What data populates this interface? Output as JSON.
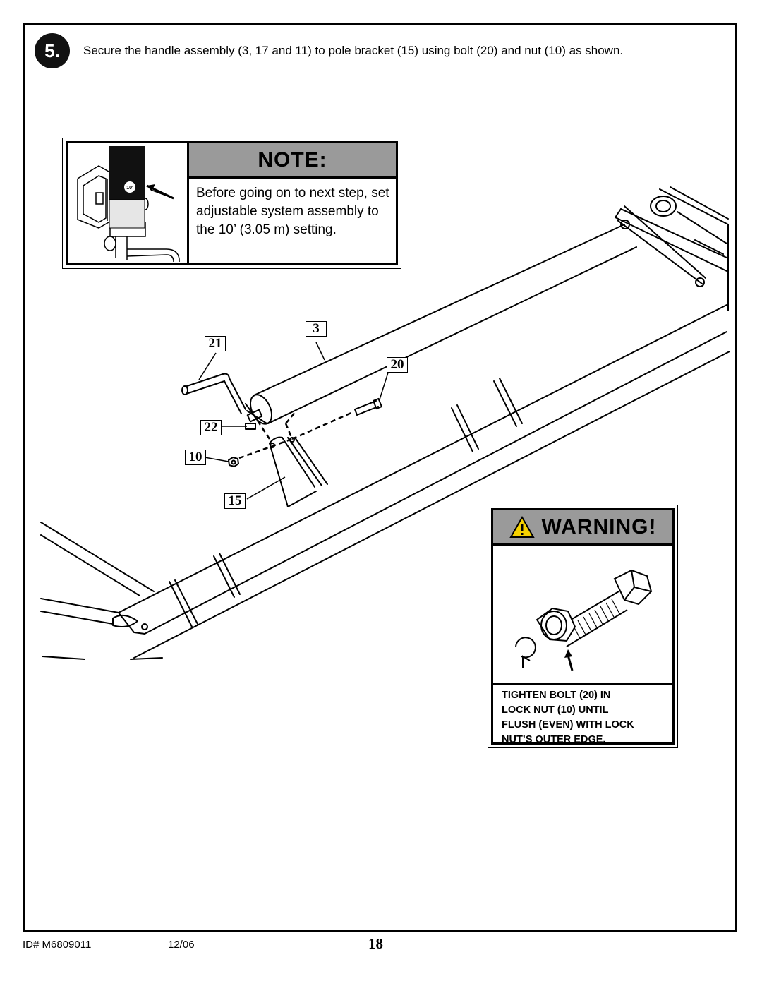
{
  "step": {
    "number": "5.",
    "instruction": "Secure the handle assembly (3, 17 and 11) to pole bracket (15) using bolt (20) and nut (10) as shown."
  },
  "note": {
    "title": "NOTE:",
    "text": "Before going on to next step, set adjustable system assembly to the 10’ (3.05 m) setting.",
    "dial_label": "10'"
  },
  "warning": {
    "title": "WARNING!",
    "text": "TIGHTEN BOLT (20) IN\nLOCK NUT (10) UNTIL\nFLUSH (EVEN) WITH LOCK\nNUT’S OUTER EDGE."
  },
  "callouts": {
    "c3": "3",
    "c21": "21",
    "c20": "20",
    "c22": "22",
    "c10": "10",
    "c15": "15"
  },
  "footer": {
    "id": "ID#   M6809011",
    "date": "12/06",
    "page": "18"
  }
}
